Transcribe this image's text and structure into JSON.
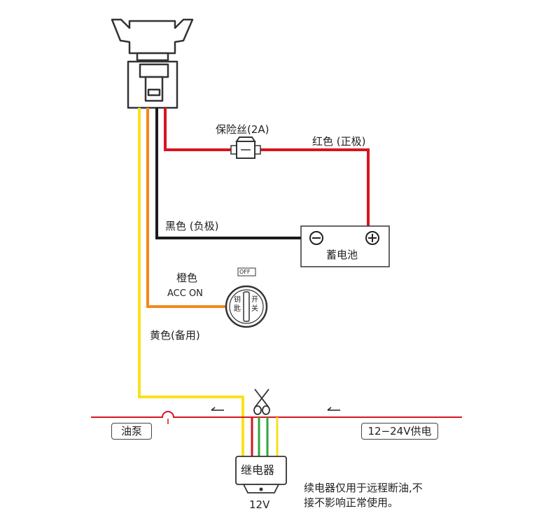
{
  "labels": {
    "fuse": "保险丝(2A)",
    "red_wire": "红色 (正极)",
    "black_wire": "黑色 (负极)",
    "battery": "蓄电池",
    "battery_minus": "−",
    "battery_plus": "+",
    "orange_wire": "橙色",
    "acc_on": "ACC ON",
    "off": "OFF",
    "key_left_1": "钥",
    "key_left_2": "匙",
    "key_right_1": "开",
    "key_right_2": "关",
    "yellow_wire": "黄色(备用)",
    "fuel_pump": "油泵",
    "supply": "12−24V供电",
    "relay": "继电器",
    "relay_voltage": "12V",
    "note_line1": "续电器仅用于远程断油,不",
    "note_line2": "接不影响正常使用。"
  },
  "colors": {
    "red": "#d8141e",
    "black": "#1a1a1a",
    "orange": "#ef8a1c",
    "yellow": "#f7e21a",
    "green": "#2fa83a",
    "outline": "#333333"
  },
  "icons": {
    "scissors": "scissors-icon",
    "device": "gps-tracker-icon",
    "key_switch": "key-switch-icon",
    "fuse": "fuse-icon"
  }
}
